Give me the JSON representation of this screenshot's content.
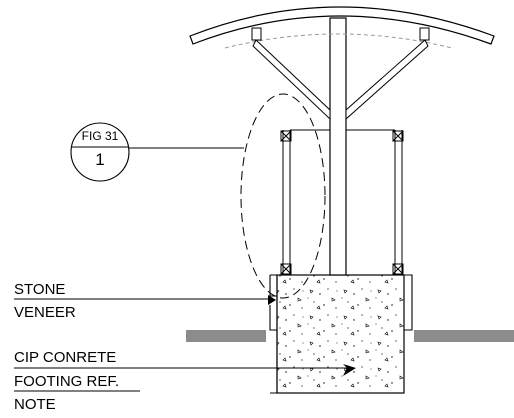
{
  "callout": {
    "figure_ref": "FIG 31",
    "detail_number": "1"
  },
  "labels": {
    "stone_veneer": [
      "STONE",
      "VENEER"
    ],
    "cip_concrete": [
      "CIP CONRETE",
      "FOOTING REF.",
      "NOTE"
    ]
  },
  "colors": {
    "line": "#000000",
    "ground": "#8c8c8c",
    "canopy_dashed": "#9a9a9a",
    "background": "#ffffff"
  }
}
